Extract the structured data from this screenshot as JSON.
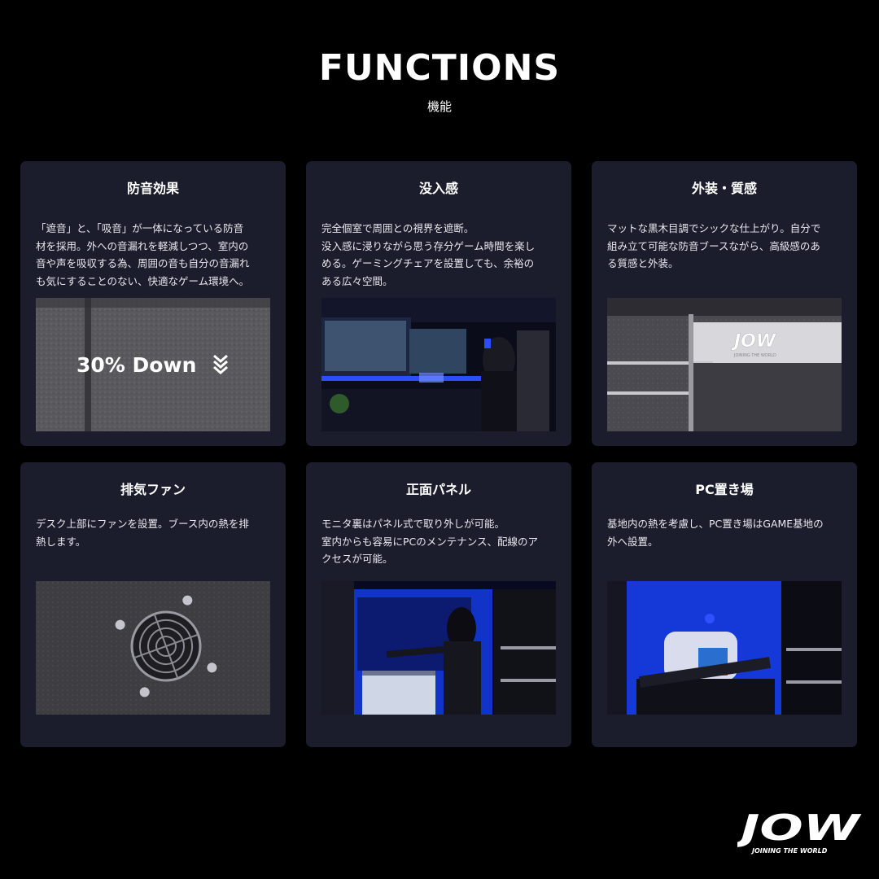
{
  "header": {
    "title": "FUNCTIONS",
    "subtitle": "機能"
  },
  "cards": [
    {
      "title": "防音効果",
      "description": "「遮音」と、「吸音」が一体になっている防音\n材を採用。外への音漏れを軽減しつつ、室内の\n音や声を吸収する為、周囲の音も自分の音漏れ\nも気にすることのない、快適なゲーム環境へ。",
      "image_overlay": "30% Down",
      "image_icon": "triple-chevron-down-icon"
    },
    {
      "title": "没入感",
      "description": "完全個室で周囲との視界を遮断。\n没入感に浸りながら思う存分ゲーム時間を楽し\nめる。ゲーミングチェアを設置しても、余裕の\nある広々空間。"
    },
    {
      "title": "外装・質感",
      "description": "マットな黒木目調でシックな仕上がり。自分で\n組み立て可能な防音ブースながら、高級感のあ\nる質感と外装。",
      "image_logo_text": "JOW",
      "image_logo_tagline": "JOINING THE WORLD"
    },
    {
      "title": "排気ファン",
      "description": "デスク上部にファンを設置。ブース内の熱を排\n熱します。"
    },
    {
      "title": "正面パネル",
      "description": "モニタ裏はパネル式で取り外しが可能。\n室内からも容易にPCのメンテナンス、配線のア\nクセスが可能。"
    },
    {
      "title": "PC置き場",
      "description": "基地内の熱を考慮し、PC置き場はGAME基地の\n外へ設置。"
    }
  ],
  "brand": {
    "logo_text": "JOW",
    "tagline": "JOINING THE WORLD"
  },
  "colors": {
    "background": "#000000",
    "card": "#1c1d2c",
    "accent_blue": "#2a4dff"
  }
}
